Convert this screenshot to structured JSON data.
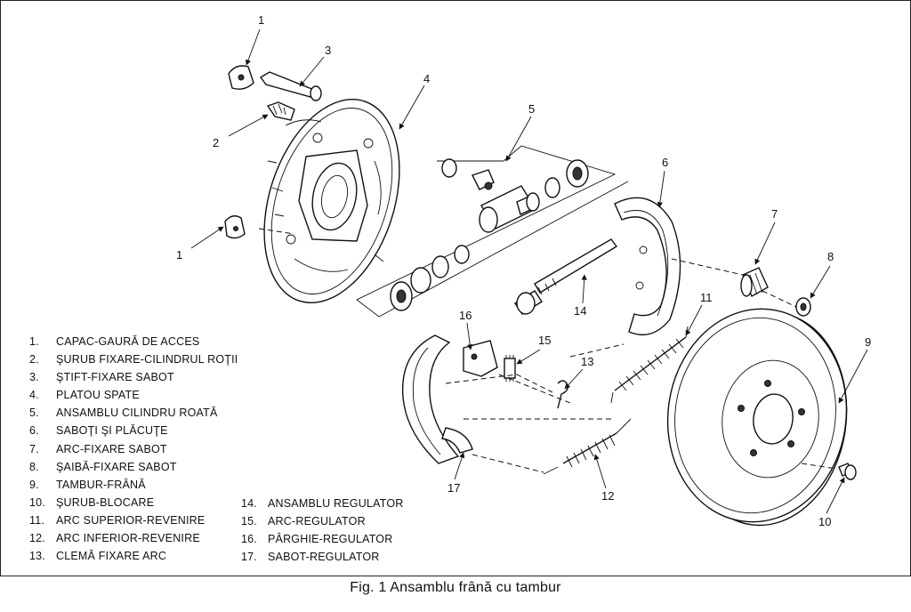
{
  "figure": {
    "caption": "Fig. 1  Ansamblu frână cu tambur",
    "callouts": [
      "1",
      "3",
      "4",
      "2",
      "1",
      "5",
      "6",
      "7",
      "8",
      "11",
      "16",
      "15",
      "14",
      "13",
      "9",
      "17",
      "12",
      "10"
    ]
  },
  "legend": {
    "left": [
      {
        "num": "1.",
        "text": "CAPAC-GAURĂ DE ACCES"
      },
      {
        "num": "2.",
        "text": "ŞURUB FIXARE-CILINDRUL ROŢII"
      },
      {
        "num": "3.",
        "text": "ŞTIFT-FIXARE SABOT"
      },
      {
        "num": "4.",
        "text": "PLATOU SPATE"
      },
      {
        "num": "5.",
        "text": "ANSAMBLU CILINDRU ROATĂ"
      },
      {
        "num": "6.",
        "text": "SABOŢI ŞI PLĂCUŢE"
      },
      {
        "num": "7.",
        "text": "ARC-FIXARE SABOT"
      },
      {
        "num": "8.",
        "text": "ŞAIBĂ-FIXARE SABOT"
      },
      {
        "num": "9.",
        "text": "TAMBUR-FRÂNĂ"
      },
      {
        "num": "10.",
        "text": "ŞURUB-BLOCARE"
      },
      {
        "num": "11.",
        "text": "ARC SUPERIOR-REVENIRE"
      },
      {
        "num": "12.",
        "text": "ARC INFERIOR-REVENIRE"
      },
      {
        "num": "13.",
        "text": "CLEMĂ FIXARE ARC"
      }
    ],
    "right": [
      {
        "num": "14.",
        "text": "ANSAMBLU REGULATOR"
      },
      {
        "num": "15.",
        "text": "ARC-REGULATOR"
      },
      {
        "num": "16.",
        "text": "PÂRGHIE-REGULATOR"
      },
      {
        "num": "17.",
        "text": "SABOT-REGULATOR"
      }
    ]
  }
}
